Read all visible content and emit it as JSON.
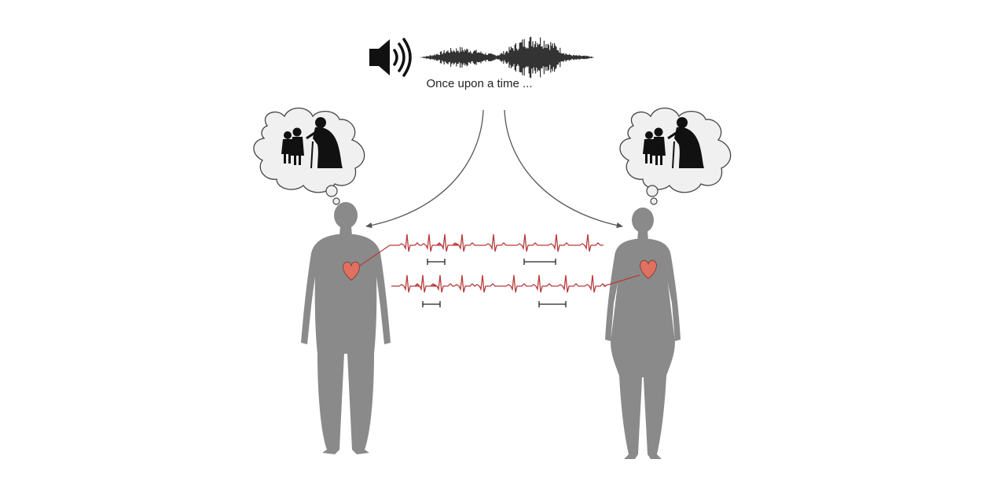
{
  "caption": "Once upon a time ...",
  "colors": {
    "figure": "#8a8a8a",
    "heart": "#e07060",
    "ecg": "#b83a3a",
    "arrow": "#555555",
    "cloud_fill": "#f0f0f0",
    "cloud_stroke": "#444444",
    "silhouette": "#111111"
  },
  "icons": {
    "speaker": "speaker-icon",
    "waveform": "audio-waveform",
    "thought_bubble": "thought-cloud",
    "heart": "heart-icon"
  }
}
